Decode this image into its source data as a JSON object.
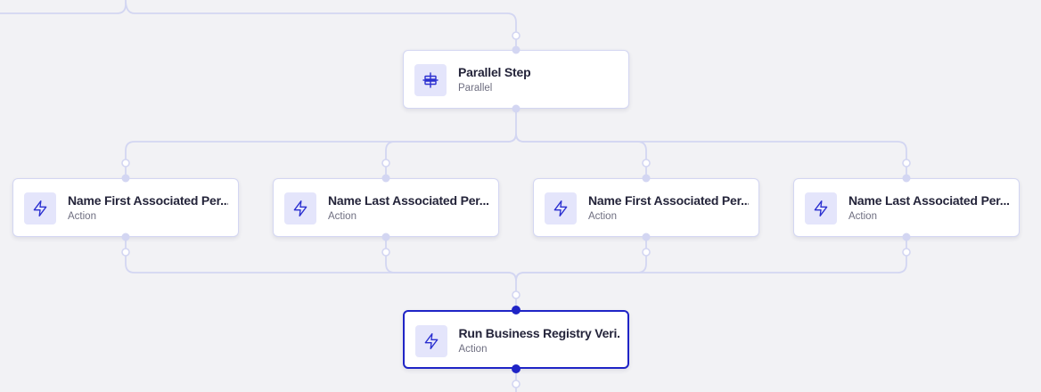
{
  "nodes": {
    "parallel": {
      "title": "Parallel Step",
      "subtitle": "Parallel",
      "icon": "parallel-icon"
    },
    "action1": {
      "title": "Name First Associated Per...",
      "subtitle": "Action",
      "icon": "lightning-icon"
    },
    "action2": {
      "title": "Name Last Associated Per...",
      "subtitle": "Action",
      "icon": "lightning-icon"
    },
    "action3": {
      "title": "Name First Associated Per...",
      "subtitle": "Action",
      "icon": "lightning-icon"
    },
    "action4": {
      "title": "Name Last Associated Per...",
      "subtitle": "Action",
      "icon": "lightning-icon"
    },
    "registry": {
      "title": "Run Business Registry Veri...",
      "subtitle": "Action",
      "icon": "lightning-icon",
      "selected": true
    }
  },
  "colors": {
    "background": "#f2f2f5",
    "edge": "#d3d6f2",
    "accent": "#1f24c6",
    "icon_bg": "#e4e5fb"
  }
}
